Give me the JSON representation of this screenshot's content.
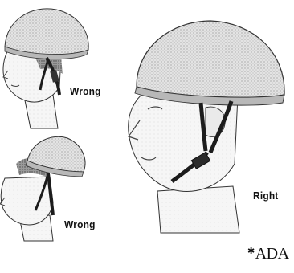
{
  "figure": {
    "labels": {
      "wrong_top": "Wrong",
      "wrong_bottom": "Wrong",
      "right": "Right"
    },
    "logo": {
      "text": "ADA",
      "mark": "✱"
    },
    "colors": {
      "background": "#ffffff",
      "helmet": "#d8d8d8",
      "helmet_shade": "#bdbdbd",
      "skin": "#f2f2f2",
      "hair": "#3a3a3a",
      "strap": "#1c1c1c",
      "outline": "#222222"
    }
  }
}
